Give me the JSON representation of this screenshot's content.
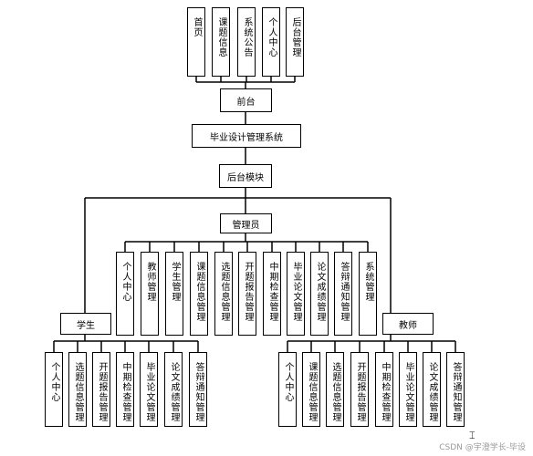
{
  "nav_items": [
    "首页",
    "课题信息",
    "系统公告",
    "个人中心",
    "后台管理"
  ],
  "frontend": "前台",
  "system": "毕业设计管理系统",
  "backend": "后台模块",
  "admin": "管理员",
  "admin_items": [
    "个人中心",
    "教师管理",
    "学生管理",
    "课题信息管理",
    "选题信息管理",
    "开题报告管理",
    "中期检查管理",
    "毕业论文管理",
    "论文成绩管理",
    "答辩通知管理",
    "系统管理"
  ],
  "student": "学生",
  "student_items": [
    "个人中心",
    "选题信息管理",
    "开题报告管理",
    "中期检查管理",
    "毕业论文管理",
    "论文成绩管理",
    "答辩通知管理"
  ],
  "teacher": "教师",
  "teacher_items": [
    "个人中心",
    "课题信息管理",
    "选题信息管理",
    "开题报告管理",
    "中期检查管理",
    "毕业论文管理",
    "论文成绩管理",
    "答辩通知管理"
  ],
  "watermark": "CSDN @宇澄学长-毕设"
}
